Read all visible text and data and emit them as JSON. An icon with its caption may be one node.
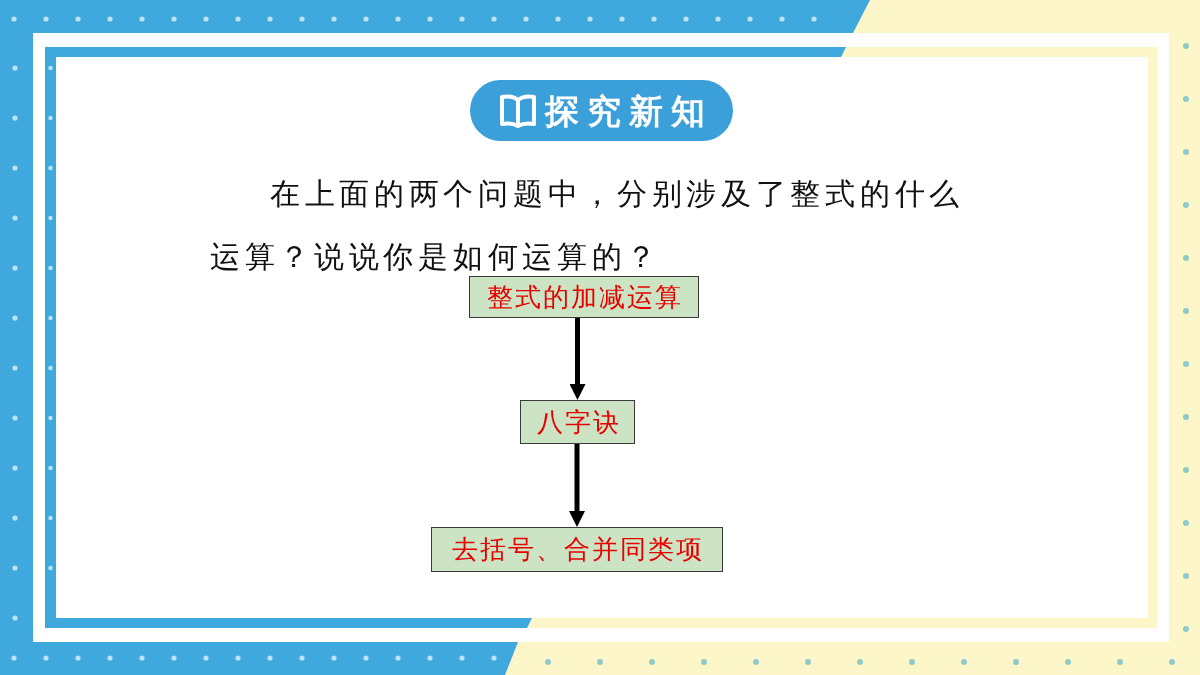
{
  "diagram": {
    "title": "探究新知",
    "nodes": [
      {
        "text": [
          "整式的加减运算"
        ]
      },
      {
        "text": [
          "八字诀"
        ]
      },
      {
        "text": [
          "去括号、合并同类项"
        ]
      }
    ],
    "edges": [
      {
        "from": 0,
        "to": 1,
        "arrow": "to"
      },
      {
        "from": 1,
        "to": 2,
        "arrow": "to"
      }
    ],
    "labels": [
      "在上面的两个问题中，分别涉及了整式的什么运算？说说你是如何运算的？"
    ]
  }
}
